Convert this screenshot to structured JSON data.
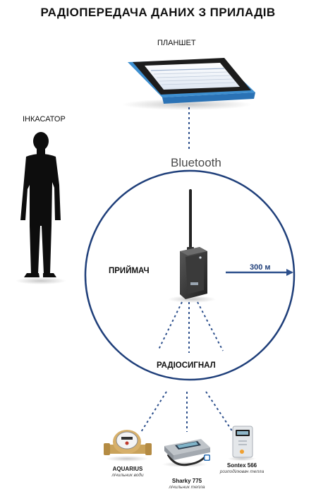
{
  "title": "РАДІОПЕРЕДАЧА ДАНИХ З ПРИЛАДІВ",
  "labels": {
    "tablet": "ПЛАНШЕТ",
    "collector": "ІНКАСАТОР",
    "bluetooth": "Bluetooth",
    "receiver": "ПРИЙМАЧ",
    "distance": "300 м",
    "radio_signal": "РАДІОСИГНАЛ"
  },
  "devices": [
    {
      "name": "AQUARIUS",
      "desc": "лічильник води"
    },
    {
      "name": "Sharky 775",
      "desc": "лічильник тепла"
    },
    {
      "name": "Sontex 566",
      "desc": "розподілювач тепла"
    }
  ],
  "colors": {
    "circle": "#1f3f7a",
    "link": "#2c4f8c",
    "silhouette": "#0d0d0d",
    "tablet_cover": "#3d8fd0"
  },
  "icons": {
    "collector": "person-silhouette-icon",
    "tablet": "tablet-icon",
    "receiver": "radio-receiver-icon",
    "water_meter": "water-meter-icon",
    "heat_meter": "heat-meter-icon",
    "heat_allocator": "heat-allocator-icon"
  }
}
